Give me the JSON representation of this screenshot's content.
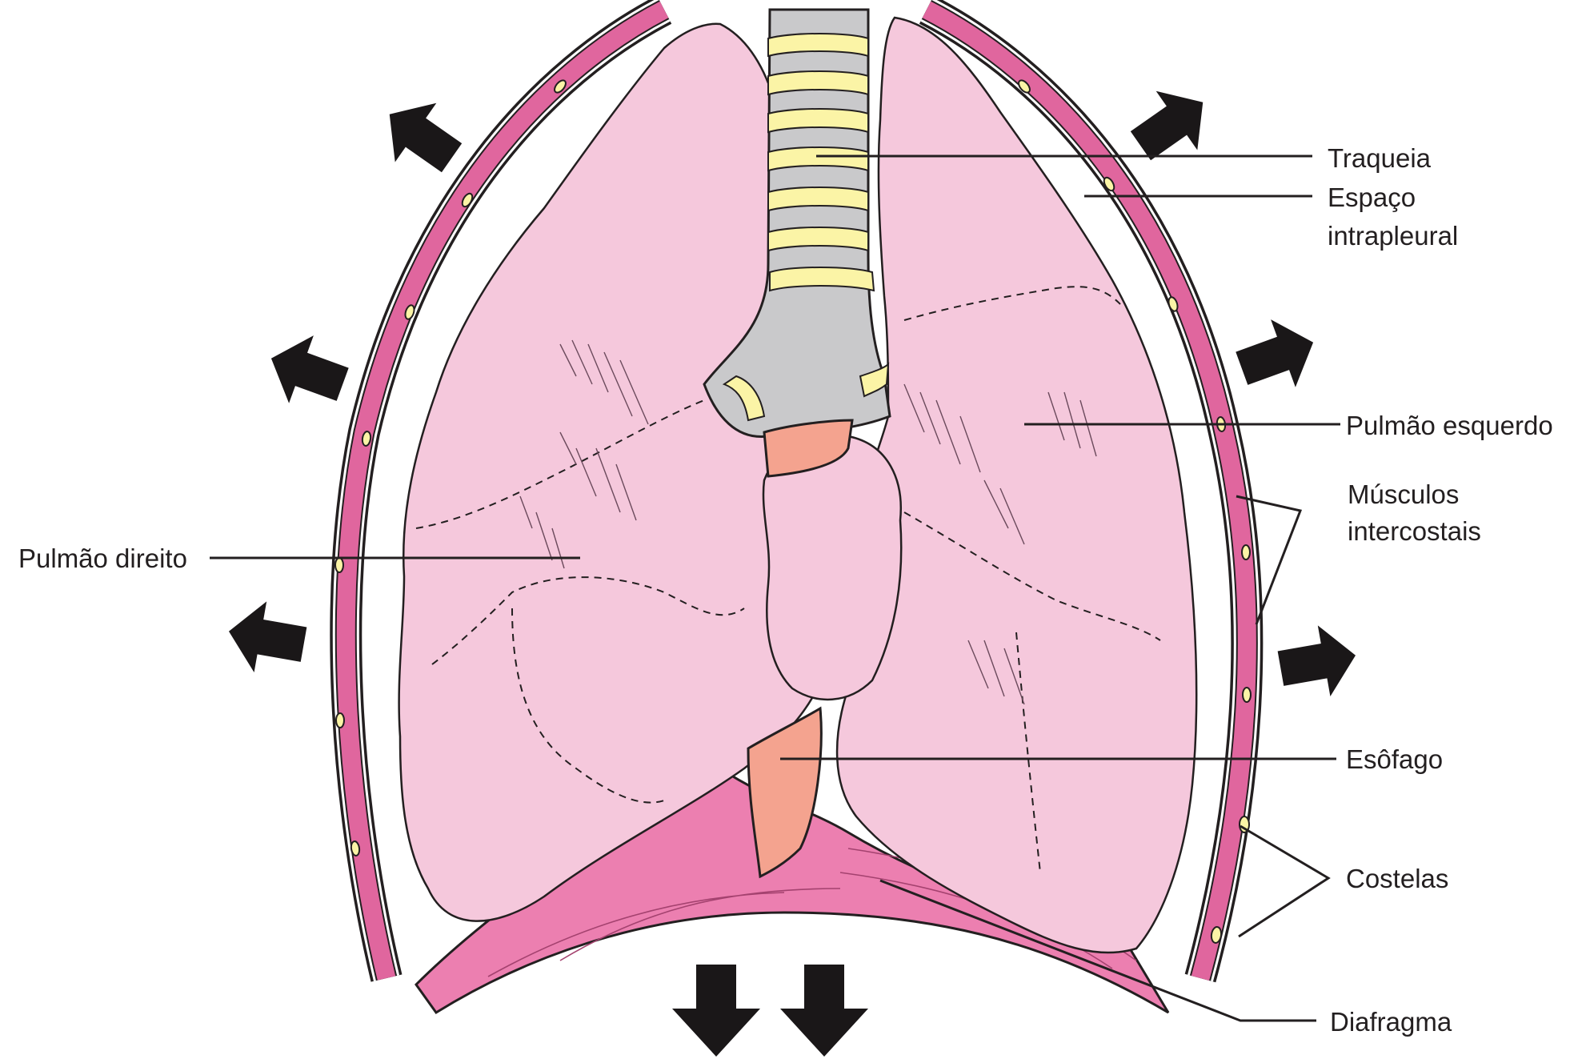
{
  "diagram": {
    "labels": {
      "traqueia": "Traqueia",
      "espaco_1": "Espaço",
      "espaco_2": "intrapleural",
      "pulmao_esquerdo": "Pulmão esquerdo",
      "musculos_1": "Músculos",
      "musculos_2": "intercostais",
      "pulmao_direito": "Pulmão direito",
      "esofago": "Esôfago",
      "costelas": "Costelas",
      "diafragma": "Diafragma"
    },
    "colors": {
      "lung": "#f5c8dc",
      "chest_wall": "#e0669e",
      "diaphragm": "#ec7fb0",
      "esophagus": "#f4a38f",
      "trachea_ring": "#fbf4a6",
      "trachea_gap": "#c9c9cb",
      "rib": "#fbf4a6",
      "arrow": "#1a1718",
      "ink": "#231f20"
    }
  }
}
